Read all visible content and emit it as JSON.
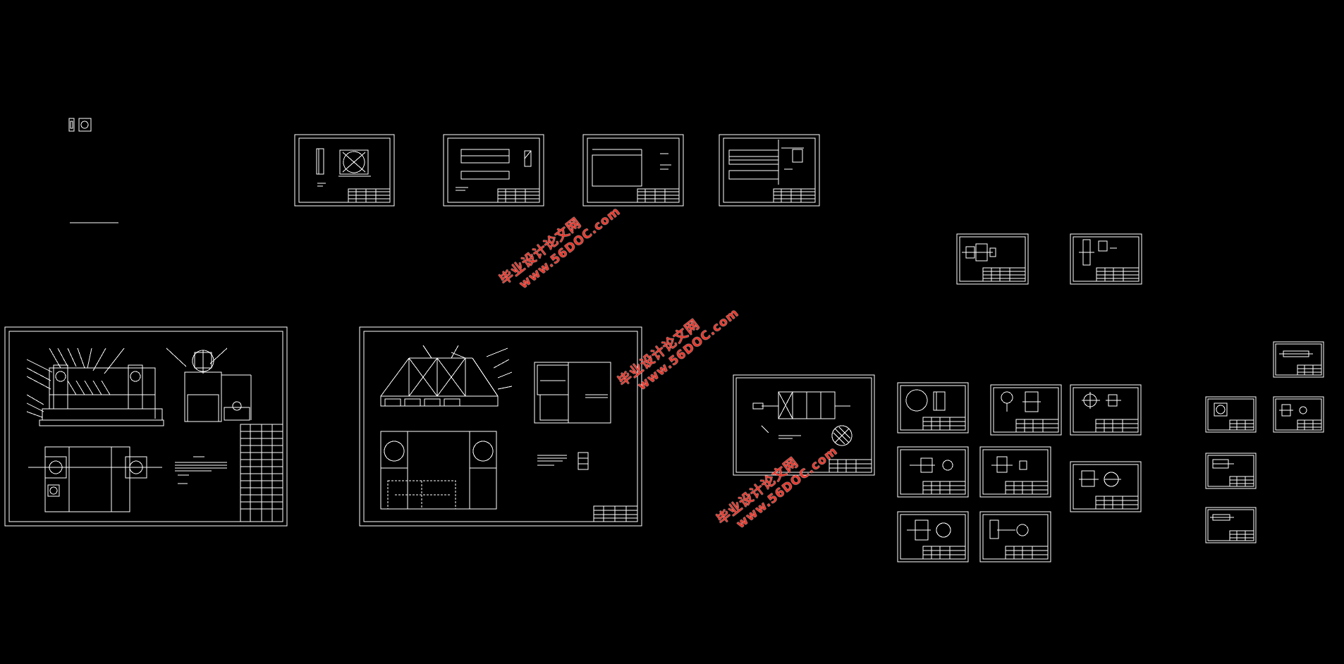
{
  "viewport": {
    "background": "#000000",
    "line_color": "#ffffff"
  },
  "watermarks": [
    {
      "cn": "毕业设计论文网",
      "url": "www.56DOC.com"
    },
    {
      "cn": "毕业设计论文网",
      "url": "www.56DOC.com"
    },
    {
      "cn": "毕业设计论文网",
      "url": "www.56DOC.com"
    }
  ],
  "watermark_color": "#e8392d"
}
